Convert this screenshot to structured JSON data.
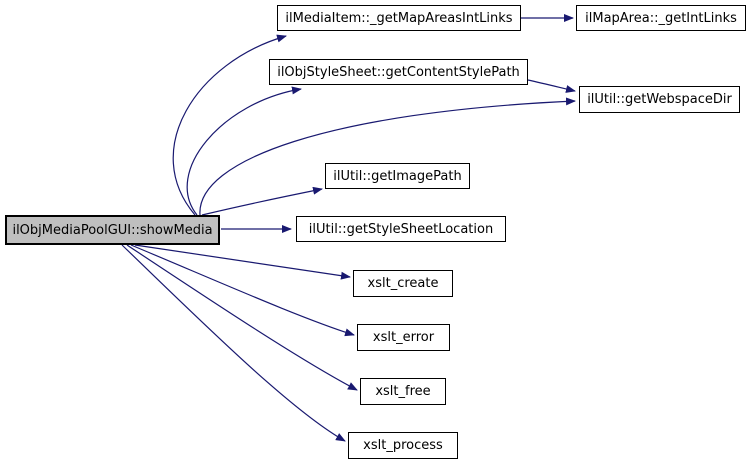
{
  "diagram": {
    "kind": "doxygen-call-graph",
    "colors": {
      "background": "#ffffff",
      "edge": "#191970",
      "node_border": "#000000",
      "node_fill": "#ffffff",
      "highlight_fill": "#bfbfbf",
      "text": "#000000"
    },
    "nodes": [
      {
        "id": "showMedia",
        "label": "ilObjMediaPoolGUI::showMedia",
        "highlighted": true
      },
      {
        "id": "getMapAreasIntLinks",
        "label": "ilMediaItem::_getMapAreasIntLinks",
        "highlighted": false
      },
      {
        "id": "getIntLinks",
        "label": "ilMapArea::_getIntLinks",
        "highlighted": false
      },
      {
        "id": "getContentStylePath",
        "label": "ilObjStyleSheet::getContentStylePath",
        "highlighted": false
      },
      {
        "id": "getWebspaceDir",
        "label": "ilUtil::getWebspaceDir",
        "highlighted": false
      },
      {
        "id": "getImagePath",
        "label": "ilUtil::getImagePath",
        "highlighted": false
      },
      {
        "id": "getStyleSheetLocation",
        "label": "ilUtil::getStyleSheetLocation",
        "highlighted": false
      },
      {
        "id": "xslt_create",
        "label": "xslt_create",
        "highlighted": false
      },
      {
        "id": "xslt_error",
        "label": "xslt_error",
        "highlighted": false
      },
      {
        "id": "xslt_free",
        "label": "xslt_free",
        "highlighted": false
      },
      {
        "id": "xslt_process",
        "label": "xslt_process",
        "highlighted": false
      }
    ],
    "edges": [
      {
        "from": "showMedia",
        "to": "getMapAreasIntLinks"
      },
      {
        "from": "showMedia",
        "to": "getContentStylePath"
      },
      {
        "from": "showMedia",
        "to": "getWebspaceDir"
      },
      {
        "from": "showMedia",
        "to": "getImagePath"
      },
      {
        "from": "showMedia",
        "to": "getStyleSheetLocation"
      },
      {
        "from": "showMedia",
        "to": "xslt_create"
      },
      {
        "from": "showMedia",
        "to": "xslt_error"
      },
      {
        "from": "showMedia",
        "to": "xslt_free"
      },
      {
        "from": "showMedia",
        "to": "xslt_process"
      },
      {
        "from": "getMapAreasIntLinks",
        "to": "getIntLinks"
      },
      {
        "from": "getContentStylePath",
        "to": "getWebspaceDir"
      }
    ]
  }
}
